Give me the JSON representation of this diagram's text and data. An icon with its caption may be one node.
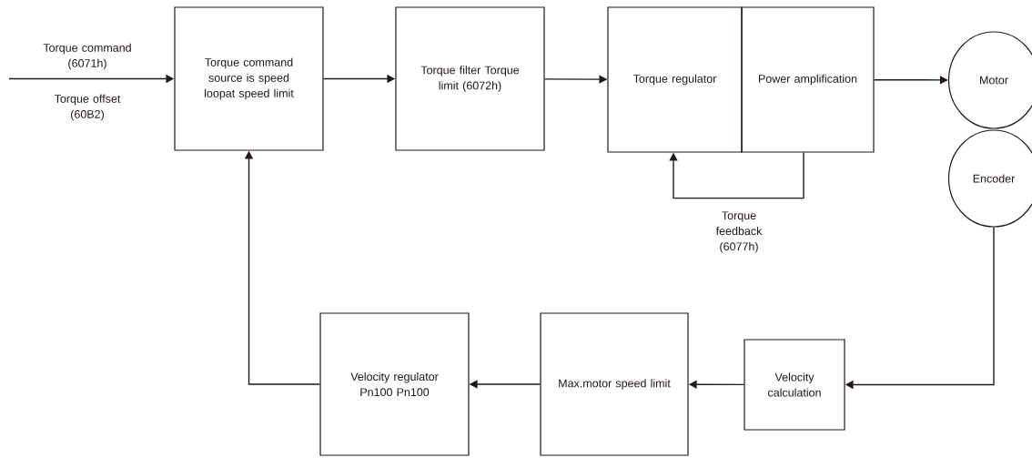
{
  "diagram": {
    "nodes": [
      {
        "text": [
          "Torque command source is speed loopat speed limit"
        ]
      },
      {
        "text": [
          "Torque filter Torque limit (6072h)"
        ]
      },
      {
        "text": [
          "Torque regulator"
        ]
      },
      {
        "text": [
          "Power amplification"
        ]
      },
      {
        "text": [
          "Motor"
        ]
      },
      {
        "text": [
          "Encoder"
        ]
      },
      {
        "text": [
          "Velocity calculation"
        ]
      },
      {
        "text": [
          "Max.motor speed limit"
        ]
      },
      {
        "text": [
          "Velocity regulator Pn100 Pn100"
        ]
      }
    ],
    "edges": [
      {
        "from": null,
        "to": 0,
        "arrow": "to",
        "label": "Torque command (6071h)"
      },
      {
        "from": 0,
        "to": 1,
        "arrow": "to"
      },
      {
        "from": 1,
        "to": 2,
        "arrow": "to"
      },
      {
        "from": 3,
        "to": 4,
        "arrow": "to"
      },
      {
        "from": 3,
        "to": 2,
        "arrow": "to",
        "label": "Torque feedback (6077h)"
      },
      {
        "from": 5,
        "to": 6,
        "arrow": "to"
      },
      {
        "from": 6,
        "to": 7,
        "arrow": "to"
      },
      {
        "from": 7,
        "to": 8,
        "arrow": "to"
      },
      {
        "from": 8,
        "to": 0,
        "arrow": "to"
      }
    ],
    "labels": [
      "Torque offset (60B2)"
    ]
  }
}
